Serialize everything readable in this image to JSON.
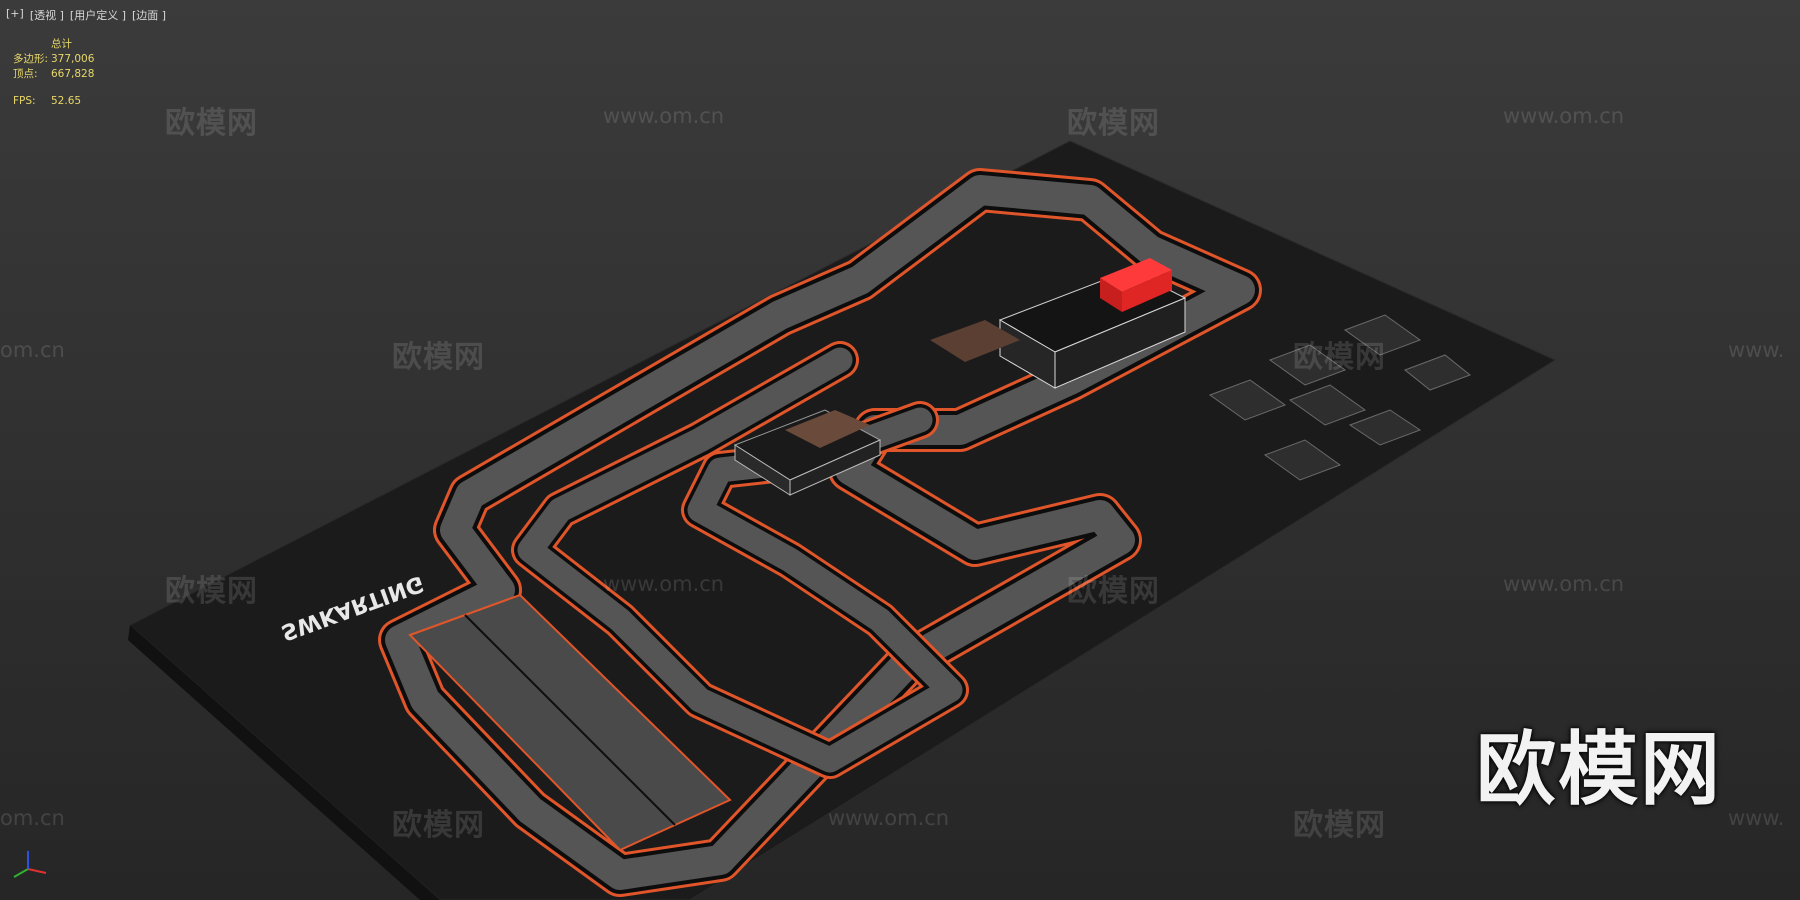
{
  "viewport_menu": {
    "plus": "[+]",
    "view": "[透视 ]",
    "user_defined": "[用户定义 ]",
    "shading": "[边面 ]"
  },
  "stats": {
    "header": "总计",
    "polygons_label": "多边形:",
    "polygons_value": "377,006",
    "vertices_label": "顶点:",
    "vertices_value": "667,828",
    "fps_label": "FPS:",
    "fps_value": "52.65"
  },
  "watermarks": {
    "brand": "欧模网",
    "url": "www.om.cn",
    "url_partial": "om.cn",
    "url_prefix": "www."
  },
  "scene": {
    "ground_logo": "SWKARTING",
    "colors": {
      "ground": "#1b1b1b",
      "track_surface": "#555555",
      "track_edge": "#e0562a",
      "container": "#d02222",
      "building": "#161616"
    }
  },
  "axis_gizmo": {
    "x_color": "#e03030",
    "y_color": "#30b030",
    "z_color": "#3050e0"
  }
}
